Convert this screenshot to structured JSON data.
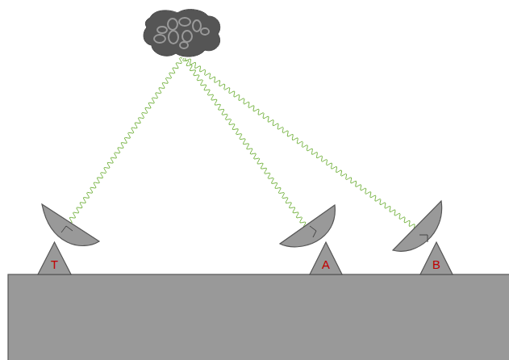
{
  "diagram": {
    "nodes": [
      {
        "text": [
          "T"
        ]
      },
      {
        "text": [
          "A"
        ]
      },
      {
        "text": [
          "B"
        ]
      }
    ]
  }
}
